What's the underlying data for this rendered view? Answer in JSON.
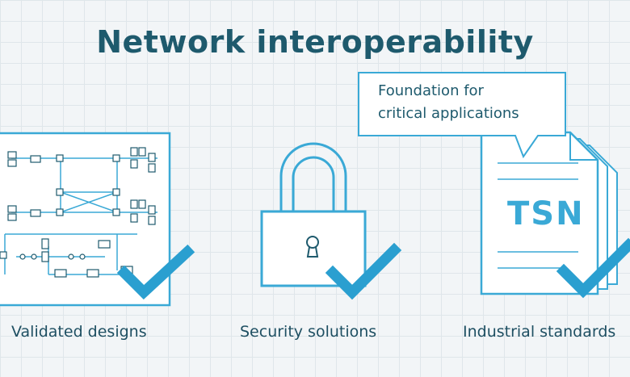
{
  "title": "Network interoperability",
  "panels": [
    {
      "label": "Validated designs",
      "icon": "network-diagram-icon"
    },
    {
      "label": "Security solutions",
      "icon": "padlock-icon"
    },
    {
      "label": "Industrial standards",
      "icon": "document-stack-icon"
    }
  ],
  "callout": {
    "line1": "Foundation for",
    "line2": "critical applications"
  },
  "document_text": "TSN",
  "colors": {
    "accent": "#3aa9d6",
    "dark": "#1e5a6d",
    "checkmark": "#2a9fd0"
  }
}
